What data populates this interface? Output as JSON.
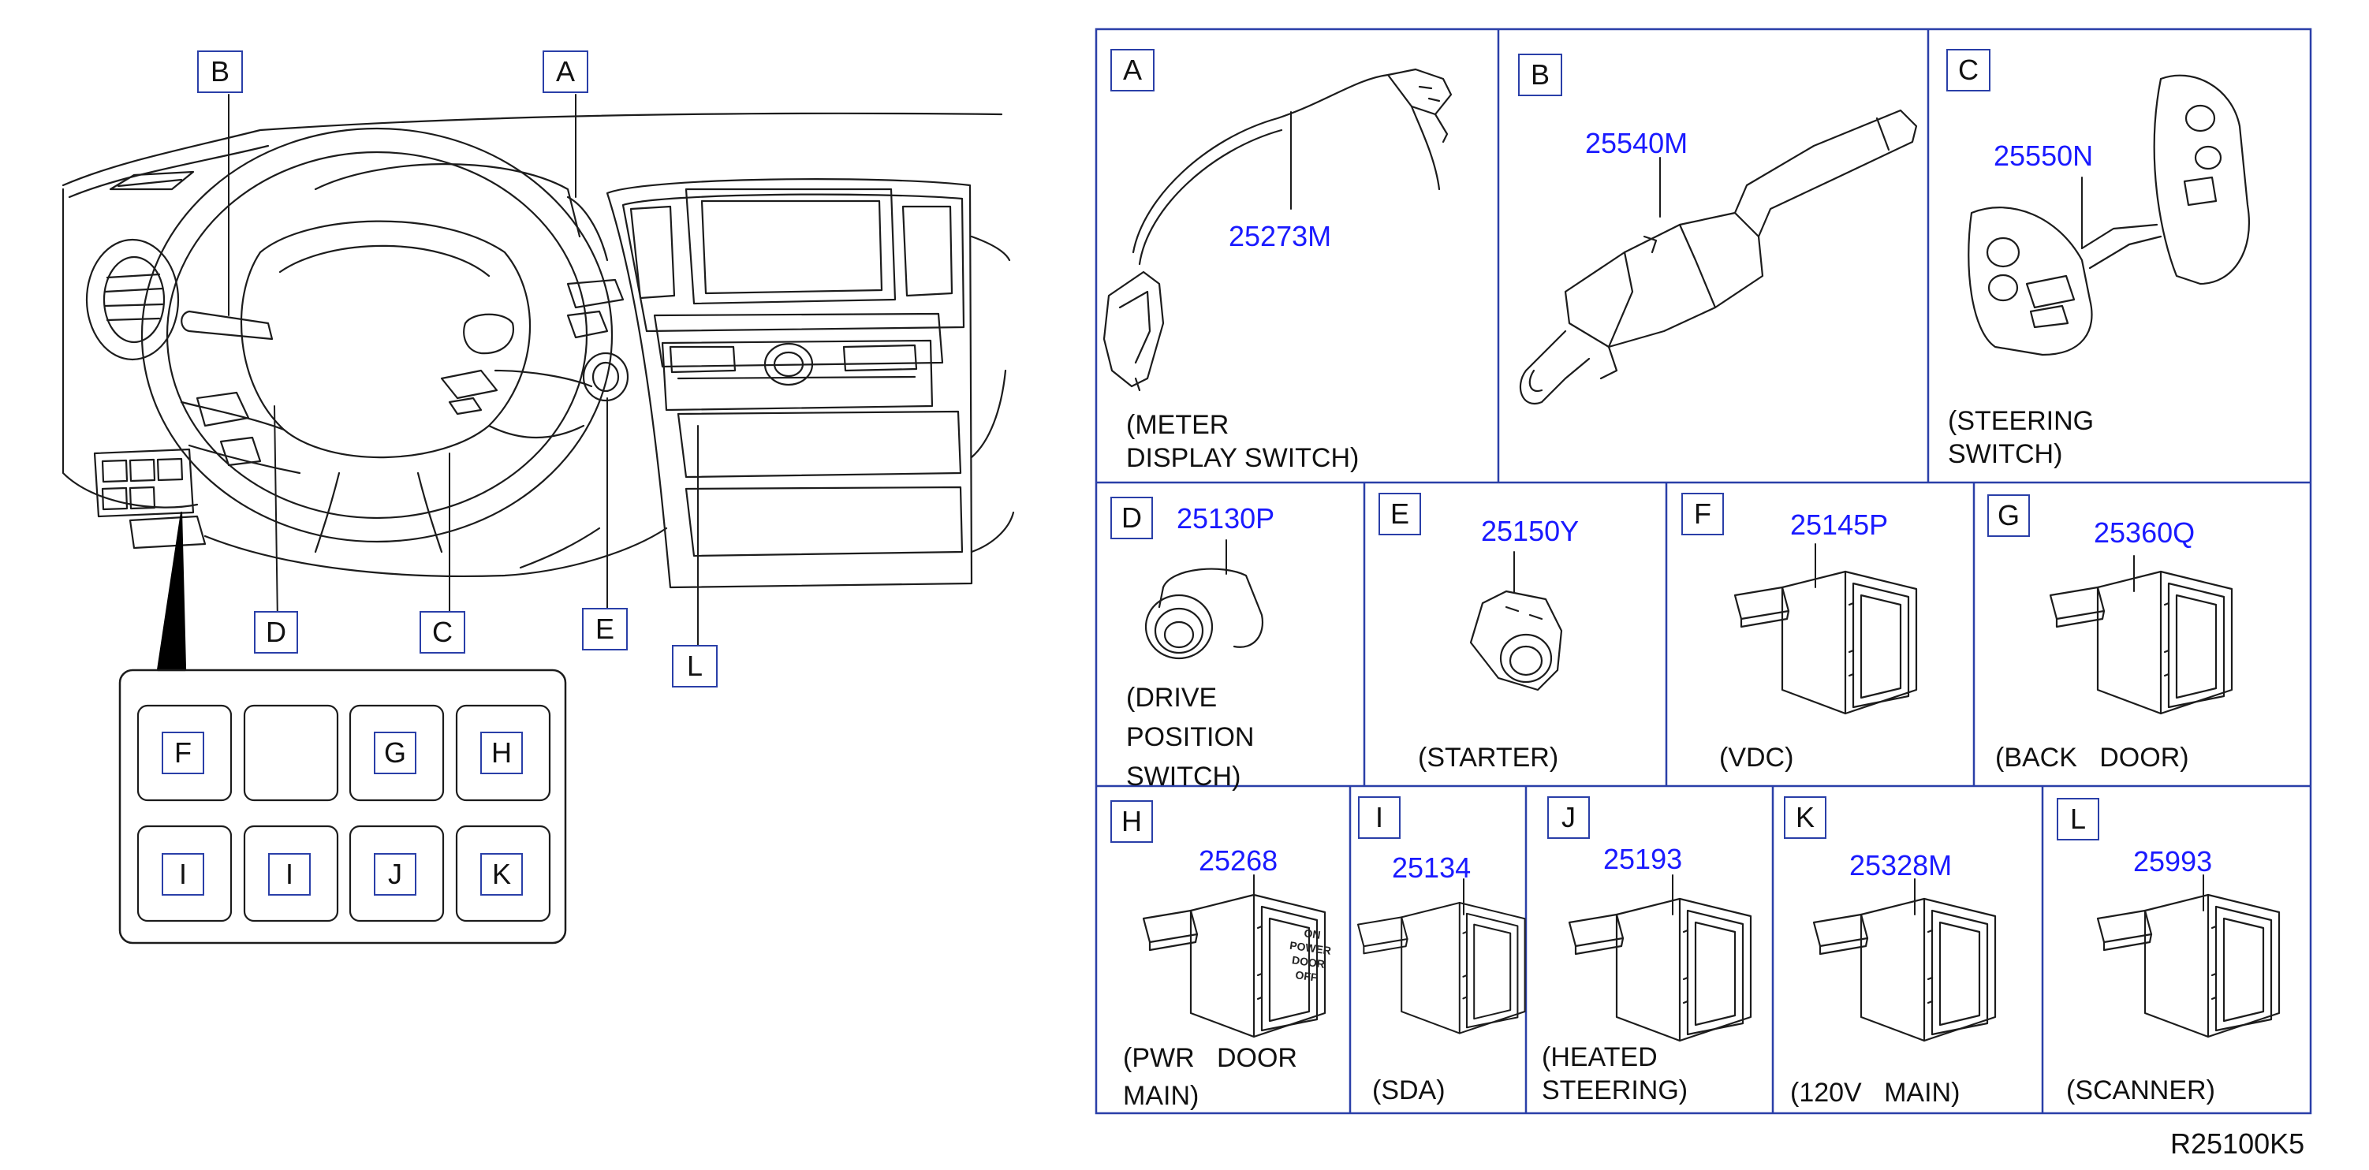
{
  "diagram_code": "R25100K5",
  "dashboard": {
    "callouts": [
      "A",
      "B",
      "C",
      "D",
      "E",
      "L"
    ],
    "inset_panel": {
      "top_row": [
        "F",
        "",
        "G",
        "H"
      ],
      "bottom_row": [
        "I",
        "I",
        "J",
        "K"
      ]
    }
  },
  "parts": [
    {
      "letter": "A",
      "part_number": "25273M",
      "caption": "(METER\nDISPLAY SWITCH)",
      "icon": "meter-display-switch-icon"
    },
    {
      "letter": "B",
      "part_number": "25540M",
      "caption": "",
      "icon": "combination-switch-icon"
    },
    {
      "letter": "C",
      "part_number": "25550N",
      "caption": "(STEERING\nSWITCH)",
      "icon": "steering-switch-icon"
    },
    {
      "letter": "D",
      "part_number": "25130P",
      "caption": "(DRIVE\nPOSITION\nSWITCH)",
      "icon": "drive-position-switch-icon"
    },
    {
      "letter": "E",
      "part_number": "25150Y",
      "caption": "(STARTER)",
      "icon": "starter-switch-icon"
    },
    {
      "letter": "F",
      "part_number": "25145P",
      "caption": "(VDC)",
      "icon": "rocker-switch-icon"
    },
    {
      "letter": "G",
      "part_number": "25360Q",
      "caption": "(BACK   DOOR)",
      "icon": "rocker-switch-icon"
    },
    {
      "letter": "H",
      "part_number": "25268",
      "caption": "(PWR   DOOR\nMAIN)",
      "icon": "power-door-switch-icon",
      "switch_text": [
        "ON",
        "POWER",
        "DOOR",
        "OFF"
      ]
    },
    {
      "letter": "I",
      "part_number": "25134",
      "caption": "(SDA)",
      "icon": "rocker-switch-icon"
    },
    {
      "letter": "J",
      "part_number": "25193",
      "caption": "(HEATED\nSTEERING)",
      "icon": "rocker-switch-icon"
    },
    {
      "letter": "K",
      "part_number": "25328M",
      "caption": "(120V   MAIN)",
      "icon": "rocker-switch-icon"
    },
    {
      "letter": "L",
      "part_number": "25993",
      "caption": "(SCANNER)",
      "icon": "rocker-switch-icon"
    }
  ],
  "colors": {
    "frame": "#2a3fa8",
    "part_number": "#1a1aff",
    "line": "#1c1c1c"
  }
}
